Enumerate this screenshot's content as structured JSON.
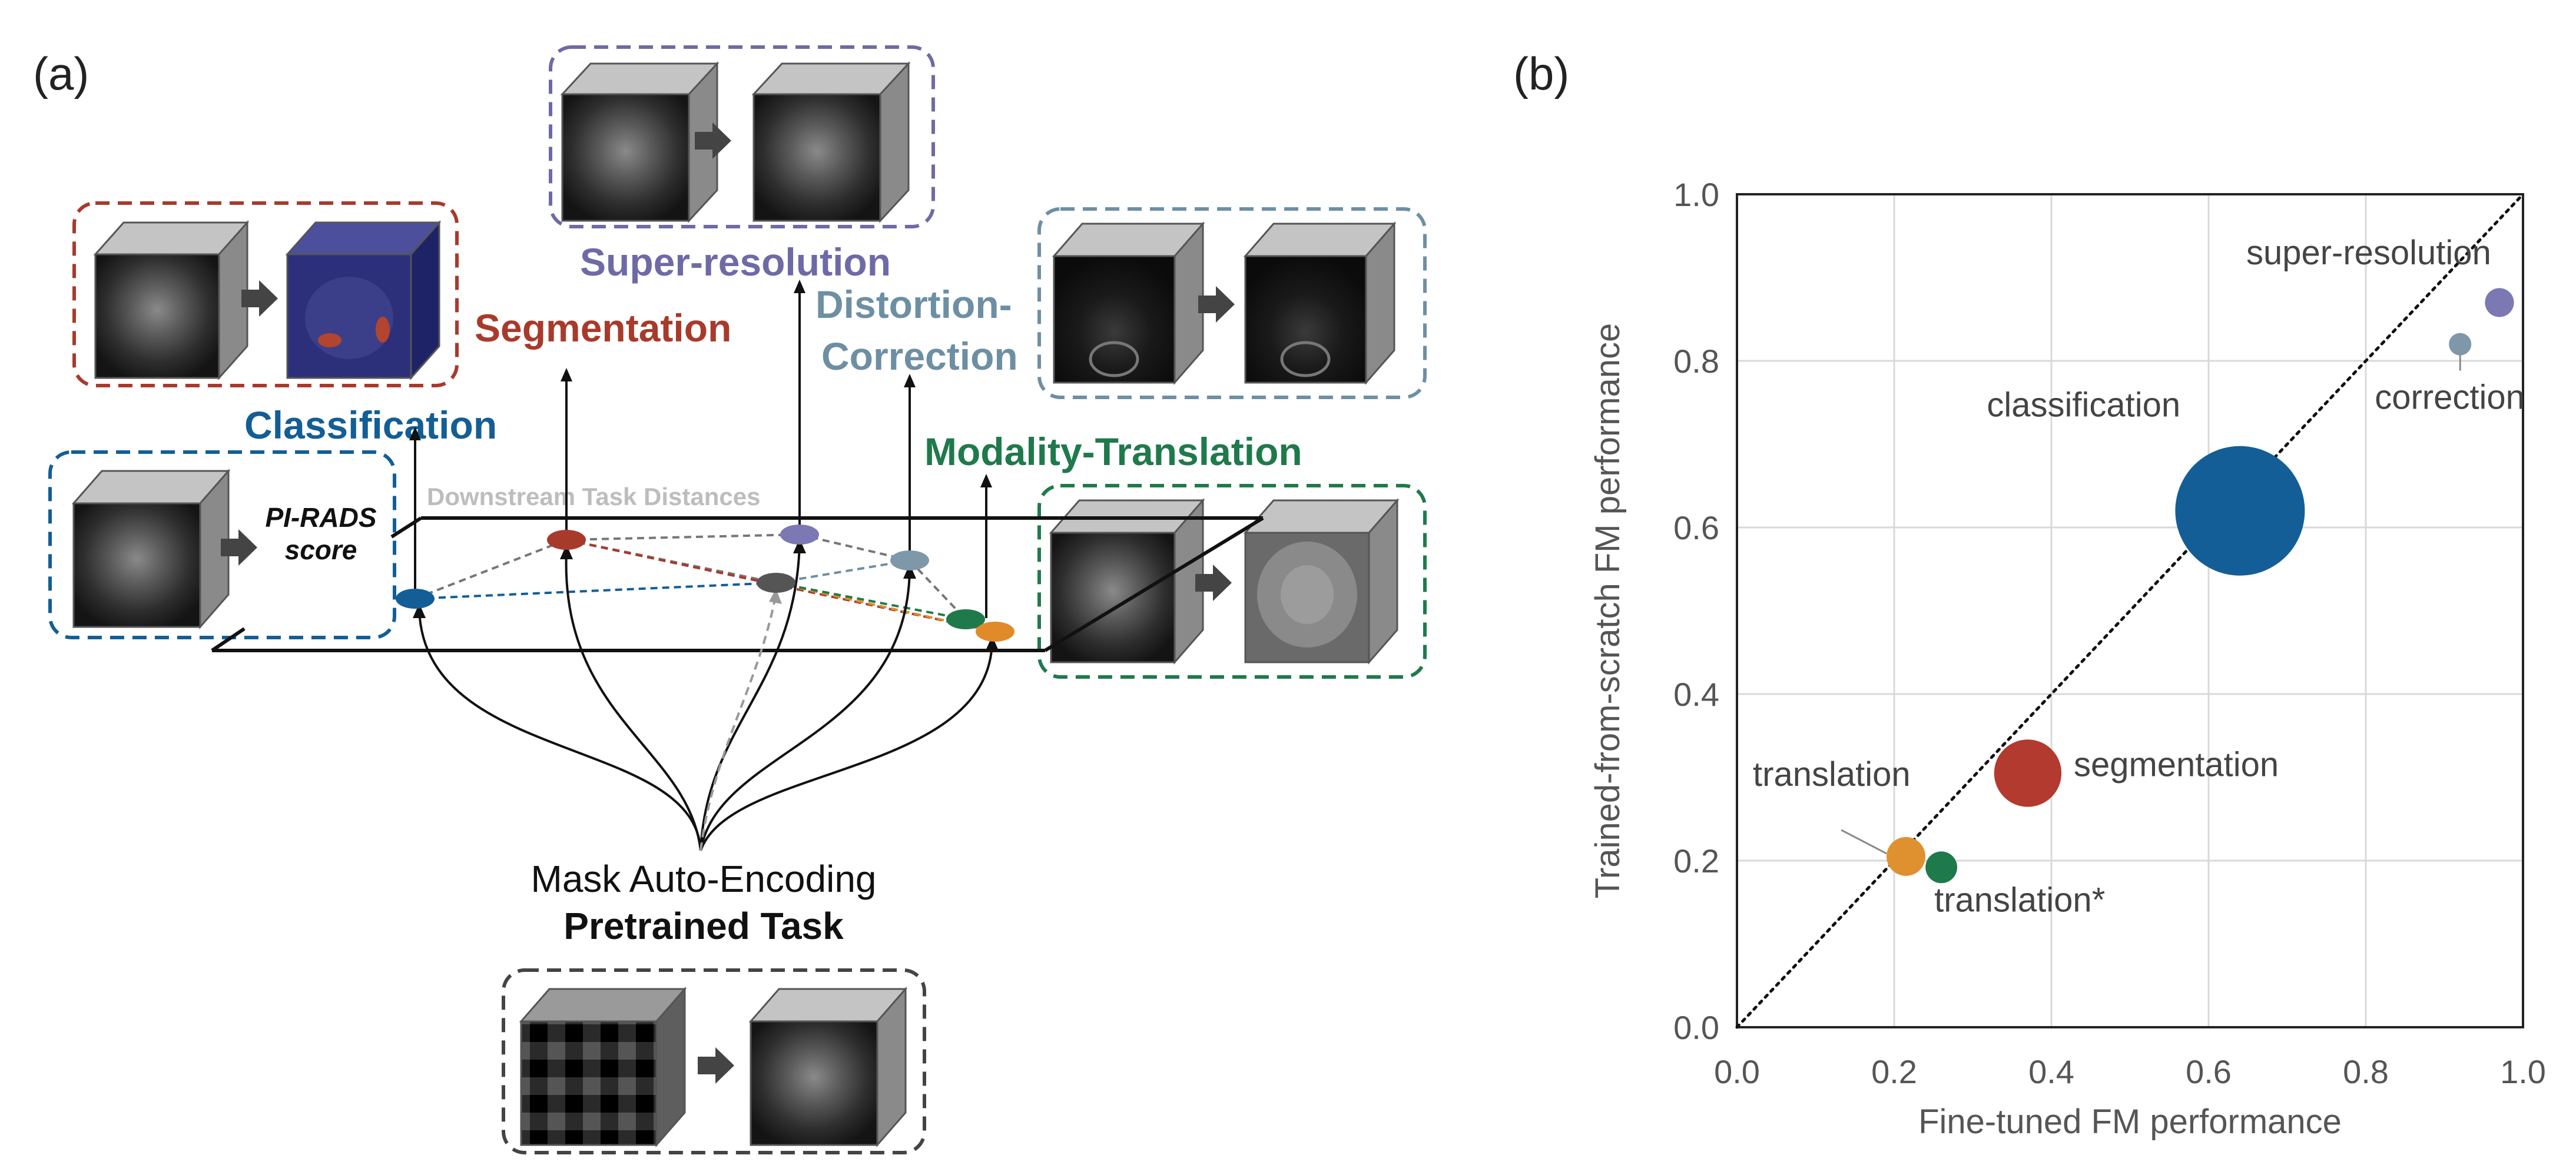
{
  "panel_a": {
    "label": "(a)",
    "tasks": {
      "classification": {
        "label": "Classification",
        "color": "#135E96",
        "output_line1": "PI-RADS",
        "output_line2": "score"
      },
      "segmentation": {
        "label": "Segmentation",
        "color": "#A83A2C"
      },
      "super_resolution": {
        "label": "Super-resolution",
        "color": "#6E6AA6"
      },
      "distortion": {
        "label_line1": "Distortion-",
        "label_line2": "Correction",
        "color": "#6D8FA3"
      },
      "modality": {
        "label": "Modality-Translation",
        "color": "#1F7A4B"
      }
    },
    "plane_label": "Downstream Task Distances",
    "pretrained_line1": "Mask Auto-Encoding",
    "pretrained_line2": "Pretrained Task",
    "orange_color": "#E08A2A",
    "center_node_color": "#555555"
  },
  "panel_b": {
    "label": "(b)"
  },
  "chart_data": {
    "type": "scatter",
    "xlabel": "Fine-tuned FM performance",
    "ylabel": "Trained-from-scratch FM performance",
    "xlim": [
      0.0,
      1.0
    ],
    "ylim": [
      0.0,
      1.0
    ],
    "xticks": [
      "0.0",
      "0.2",
      "0.4",
      "0.6",
      "0.8",
      "1.0"
    ],
    "yticks": [
      "0.0",
      "0.2",
      "0.4",
      "0.6",
      "0.8",
      "1.0"
    ],
    "grid": true,
    "diagonal": "dotted",
    "points": [
      {
        "label": "super-resolution",
        "x": 0.97,
        "y": 0.87,
        "size": 0.05,
        "color": "#7B78B3"
      },
      {
        "label": "correction",
        "x": 0.92,
        "y": 0.82,
        "size": 0.03,
        "color": "#7E98AA"
      },
      {
        "label": "classification",
        "x": 0.64,
        "y": 0.62,
        "size": 1.0,
        "color": "#135E96"
      },
      {
        "label": "segmentation",
        "x": 0.37,
        "y": 0.305,
        "size": 0.27,
        "color": "#B23A2E"
      },
      {
        "label": "translation",
        "x": 0.215,
        "y": 0.205,
        "size": 0.09,
        "color": "#E0912F"
      },
      {
        "label": "translation*",
        "x": 0.26,
        "y": 0.192,
        "size": 0.06,
        "color": "#1E7A4A"
      }
    ]
  }
}
